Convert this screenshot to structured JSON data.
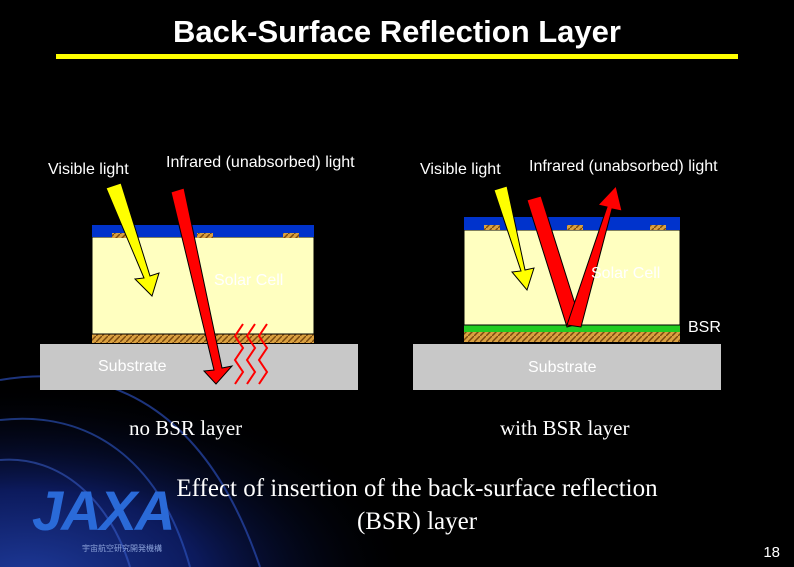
{
  "title": "Back-Surface Reflection Layer",
  "left_diagram": {
    "visible_label": "Visible light",
    "infrared_label": "Infrared (unabsorbed) light",
    "cell_label": "Solar Cell",
    "substrate_label": "Substrate",
    "caption": "no BSR layer"
  },
  "right_diagram": {
    "visible_label": "Visible light",
    "infrared_label": "Infrared (unabsorbed) light",
    "cell_label": "Solar Cell",
    "bsr_label": "BSR",
    "substrate_label": "Substrate",
    "caption": "with BSR layer"
  },
  "effect_text": "Effect of insertion of the back-surface reflection (BSR) layer",
  "logo_text": "JAXA",
  "logo_subtext": "宇宙航空研究開発機構",
  "page_number": "18",
  "colors": {
    "title_rule": "#ffff00",
    "cell_body": "#ffffc0",
    "top_contact": "#0033cc",
    "bsr_layer": "#22cc22",
    "substrate": "#c8c8c8",
    "visible_arrow": "#ffff00",
    "infrared_arrow": "#ff0000",
    "heat_lines": "#ff0000"
  }
}
